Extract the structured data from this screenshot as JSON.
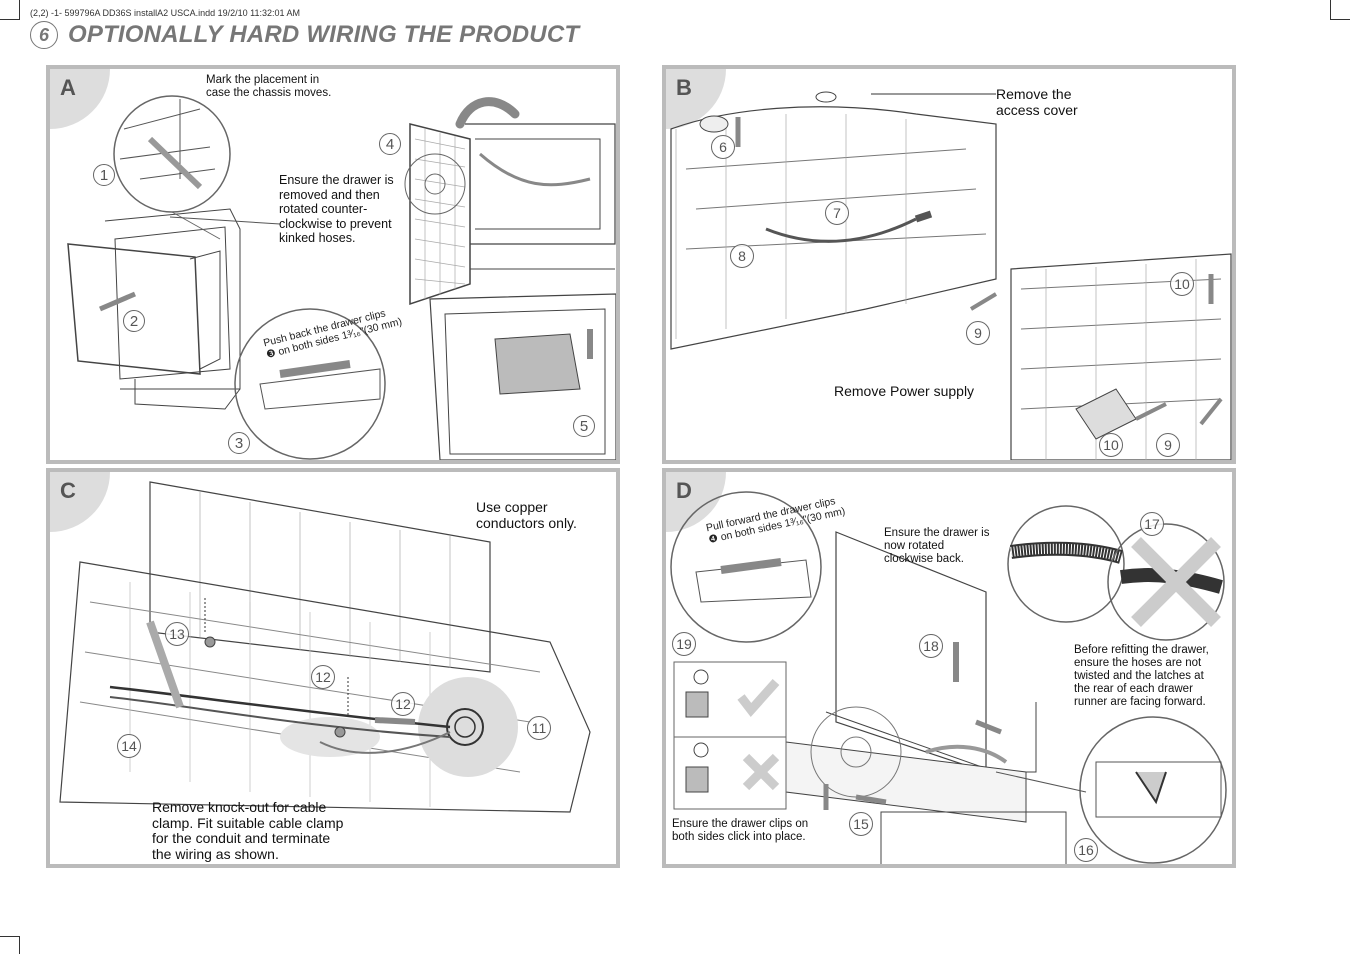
{
  "slug": "(2,2)  -1- 599796A DD36S installA2 USCA.indd 19/2/10 11:32:01 AM",
  "step_number": "6",
  "title": "OPTIONALLY HARD WIRING THE PRODUCT",
  "panels": {
    "a": {
      "letter": "A",
      "mark_note": "Mark the placement in\ncase the chassis moves.",
      "ensure_note": "Ensure the drawer is\nremoved and then\nrotated counter-\nclockwise to prevent\nkinked hoses.",
      "push_note_line1": "Push back the drawer clips",
      "push_note_line2": "on both sides 1³⁄₁₆\"(30 mm)",
      "push_bullet": "❸",
      "callouts": [
        "1",
        "2",
        "3",
        "4",
        "5"
      ]
    },
    "b": {
      "letter": "B",
      "access_note": "Remove the\naccess cover",
      "power_note": "Remove Power supply",
      "callouts": [
        "6",
        "7",
        "8",
        "9",
        "10",
        "10",
        "9"
      ]
    },
    "c": {
      "letter": "C",
      "copper_note": "Use copper\nconductors only.",
      "knockout_note": "Remove knock-out for cable\nclamp. Fit suitable cable clamp\nfor the conduit and terminate\nthe wiring as shown.",
      "callouts": [
        "13",
        "12",
        "12",
        "11",
        "14"
      ]
    },
    "d": {
      "letter": "D",
      "pull_note_line1": "Pull forward the drawer clips",
      "pull_note_line2": "on both sides 1³⁄₁₆\"(30 mm)",
      "pull_bullet": "❹",
      "rotated_note": "Ensure the drawer is\nnow rotated\nclockwise back.",
      "refit_note": "Before refitting the drawer,\nensure the hoses are not\ntwisted and the latches at\nthe rear of each drawer\nrunner are facing forward.",
      "clips_note": "Ensure the drawer clips on\nboth sides click into place.",
      "callouts": [
        "17",
        "18",
        "19",
        "15",
        "16"
      ]
    }
  }
}
